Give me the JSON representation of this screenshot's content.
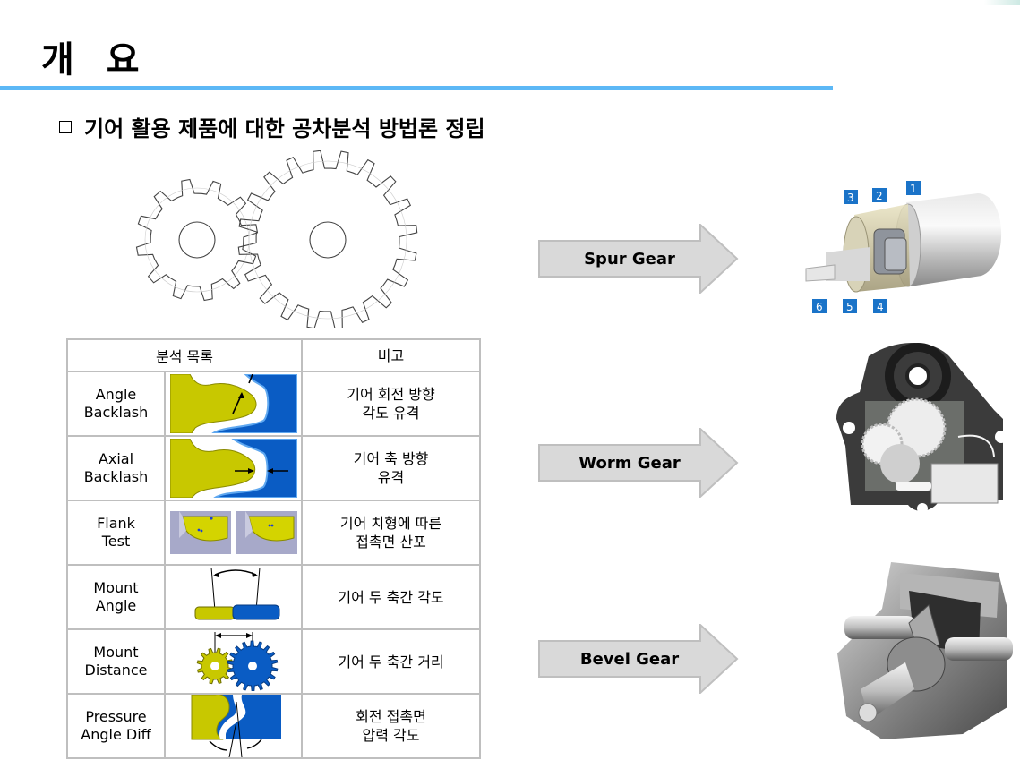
{
  "header": {
    "title": "개  요",
    "accent_color": "#5cb8f6"
  },
  "section": {
    "bullet_icon": "square-bullet-icon",
    "heading": "기어 활용 제품에 대한 공차분석 방법론 정립"
  },
  "analysis_table": {
    "columns": [
      "분석 목록",
      "비고"
    ],
    "rows": [
      {
        "item_line1": "Angle",
        "item_line2": "Backlash",
        "image": "angle-backlash-diagram",
        "note_line1": "기어 회전 방향",
        "note_line2": "각도 유격"
      },
      {
        "item_line1": "Axial",
        "item_line2": "Backlash",
        "image": "axial-backlash-diagram",
        "note_line1": "기어 축 방향",
        "note_line2": "유격"
      },
      {
        "item_line1": "Flank",
        "item_line2": "Test",
        "image": "flank-test-diagram",
        "note_line1": "기어 치형에 따른",
        "note_line2": "접촉면 산포"
      },
      {
        "item_line1": "Mount",
        "item_line2": "Angle",
        "image": "mount-angle-diagram",
        "note_line1": "기어 두 축간 각도",
        "note_line2": ""
      },
      {
        "item_line1": "Mount",
        "item_line2": "Distance",
        "image": "mount-distance-diagram",
        "note_line1": "기어 두 축간 거리",
        "note_line2": ""
      },
      {
        "item_line1": "Pressure",
        "item_line2": "Angle Diff",
        "image": "pressure-angle-diagram",
        "note_line1": "회전 접촉면",
        "note_line2": "압력 각도"
      }
    ]
  },
  "gear_types": [
    {
      "label": "Spur Gear",
      "photo": "planetary-gearmotor-photo",
      "callouts": [
        "1",
        "2",
        "3",
        "4",
        "5",
        "6"
      ]
    },
    {
      "label": "Worm Gear",
      "photo": "worm-gear-actuator-photo"
    },
    {
      "label": "Bevel Gear",
      "photo": "bevel-gearbox-photo"
    }
  ],
  "colors": {
    "gear_yellow": "#c8c800",
    "gear_blue": "#0a5cc4",
    "arrow_fill": "#d9d9d9",
    "arrow_stroke": "#bfbfbf",
    "table_border": "#bfbfbf",
    "callout_blue": "#1a73c8"
  }
}
